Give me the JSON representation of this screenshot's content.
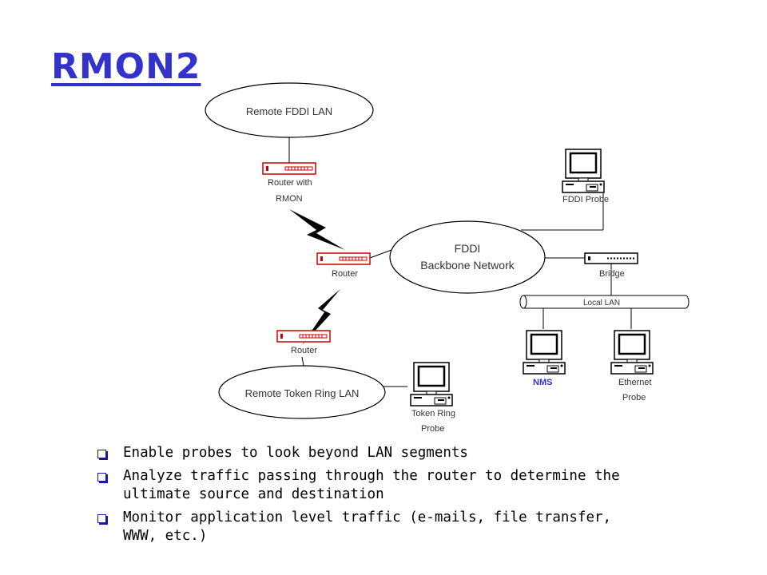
{
  "title": "RMON2",
  "labels": {
    "remote_fddi_lan": "Remote FDDI LAN",
    "router_with": "Router  with",
    "rmon": "RMON",
    "fddi_probe": "FDDI Probe",
    "fddi": "FDDI",
    "backbone_network": "Backbone Network",
    "router_mid": "Router",
    "bridge": "Bridge",
    "local_lan": "Local LAN",
    "router_low": "Router",
    "remote_token_ring_lan": "Remote Token Ring LAN",
    "token_ring": "Token Ring",
    "probe_tr": "Probe",
    "nms": "NMS",
    "ethernet": "Ethernet",
    "probe_eth": "Probe"
  },
  "bullets": [
    "Enable probes to look beyond LAN segments",
    "Analyze traffic passing through the router to determine the ultimate source and destination",
    "Monitor application level traffic (e-mails, file transfer, WWW, etc.)"
  ],
  "colors": {
    "title": "#3333cc",
    "router_outline": "#cc0000",
    "nms_label": "#3333cc",
    "link_bolt": "#000000"
  },
  "icons": [
    "router-icon",
    "computer-icon",
    "bridge-icon",
    "lightning-icon",
    "bullet-icon"
  ]
}
